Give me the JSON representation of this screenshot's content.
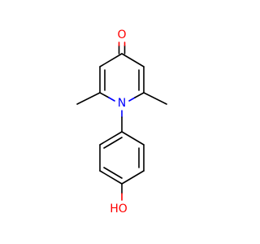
{
  "molecule": {
    "atoms": {
      "carbonyl_oxygen": {
        "label": "O",
        "color": "#ff0000"
      },
      "ring_nitrogen": {
        "label": "N",
        "color": "#0000ff"
      },
      "hydroxyl": {
        "label": "HO",
        "color": "#ff0000"
      }
    },
    "colors": {
      "bond": "#000000",
      "oxygen": "#ff0000",
      "nitrogen": "#0000ff",
      "background": "#ffffff"
    }
  }
}
